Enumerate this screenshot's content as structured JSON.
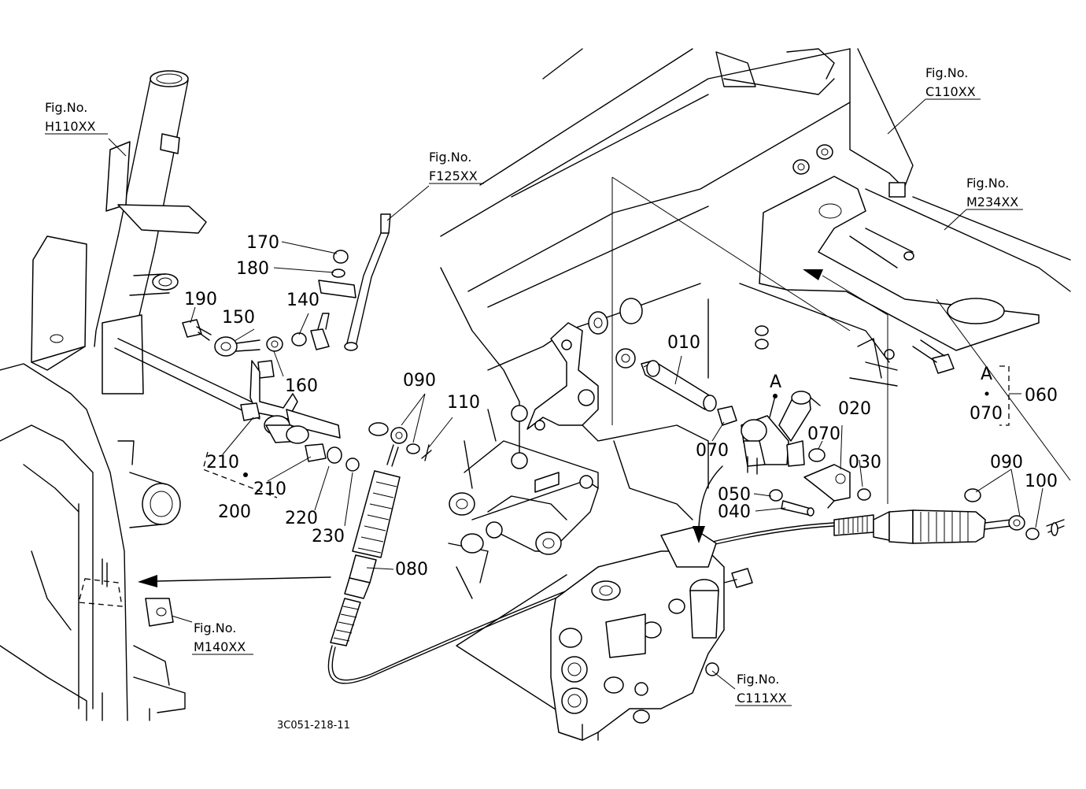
{
  "part_numbers": {
    "p010": "010",
    "p020": "020",
    "p030": "030",
    "p040": "040",
    "p050": "050",
    "p060": "060",
    "p070a": "070",
    "p070b": "070",
    "p070c": "070",
    "p080": "080",
    "p090a": "090",
    "p090b": "090",
    "p100": "100",
    "p110": "110",
    "p140": "140",
    "p150": "150",
    "p160": "160",
    "p170": "170",
    "p180": "180",
    "p190": "190",
    "p200": "200",
    "p210a": "210",
    "p210b": "210",
    "p220": "220",
    "p230": "230"
  },
  "detail_marks": {
    "a_top": "A",
    "a_side": "A"
  },
  "figure_refs": {
    "h110": {
      "line1": "Fig.No.",
      "line2": "H110XX"
    },
    "f125": {
      "line1": "Fig.No.",
      "line2": "F125XX"
    },
    "c110": {
      "line1": "Fig.No.",
      "line2": "C110XX"
    },
    "m234": {
      "line1": "Fig.No.",
      "line2": "M234XX"
    },
    "m140": {
      "line1": "Fig.No.",
      "line2": "M140XX"
    },
    "c111": {
      "line1": "Fig.No.",
      "line2": "C111XX"
    }
  },
  "diagram_code": "3C051-218-11"
}
